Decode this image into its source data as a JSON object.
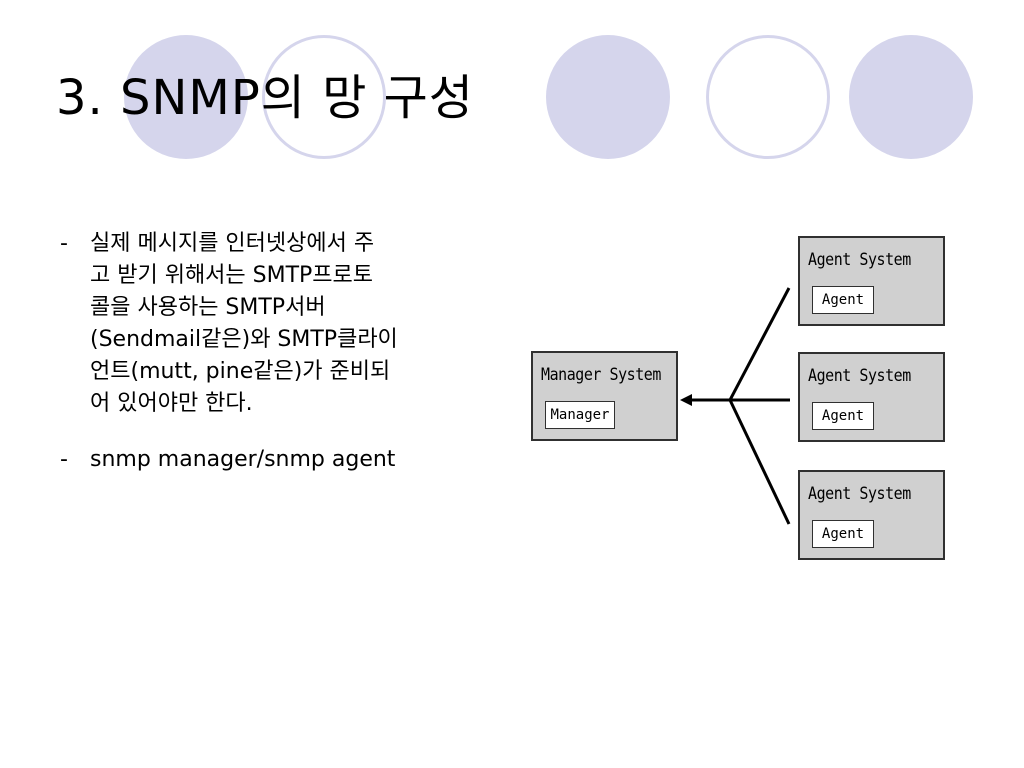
{
  "slide": {
    "title": "3. SNMP의 망 구성"
  },
  "bullets": [
    {
      "dash": "-",
      "lines": [
        "실제 메시지를 인터넷상에서 주",
        "고 받기 위해서는 SMTP프로토",
        "콜을 사용하는 SMTP서버",
        "(Sendmail같은)와 SMTP클라이",
        "언트(mutt, pine같은)가 준비되",
        "어 있어야만 한다."
      ]
    },
    {
      "dash": "-",
      "lines": [
        "snmp manager/snmp agent"
      ]
    }
  ],
  "diagram": {
    "manager": {
      "system_label": "Manager System",
      "inner_label": "Manager"
    },
    "agents": [
      {
        "system_label": "Agent System",
        "inner_label": "Agent"
      },
      {
        "system_label": "Agent System",
        "inner_label": "Agent"
      },
      {
        "system_label": "Agent System",
        "inner_label": "Agent"
      }
    ]
  },
  "colors": {
    "circle_fill": "#d5d5ec",
    "box_fill": "#d0d0d0",
    "line": "#000000"
  }
}
